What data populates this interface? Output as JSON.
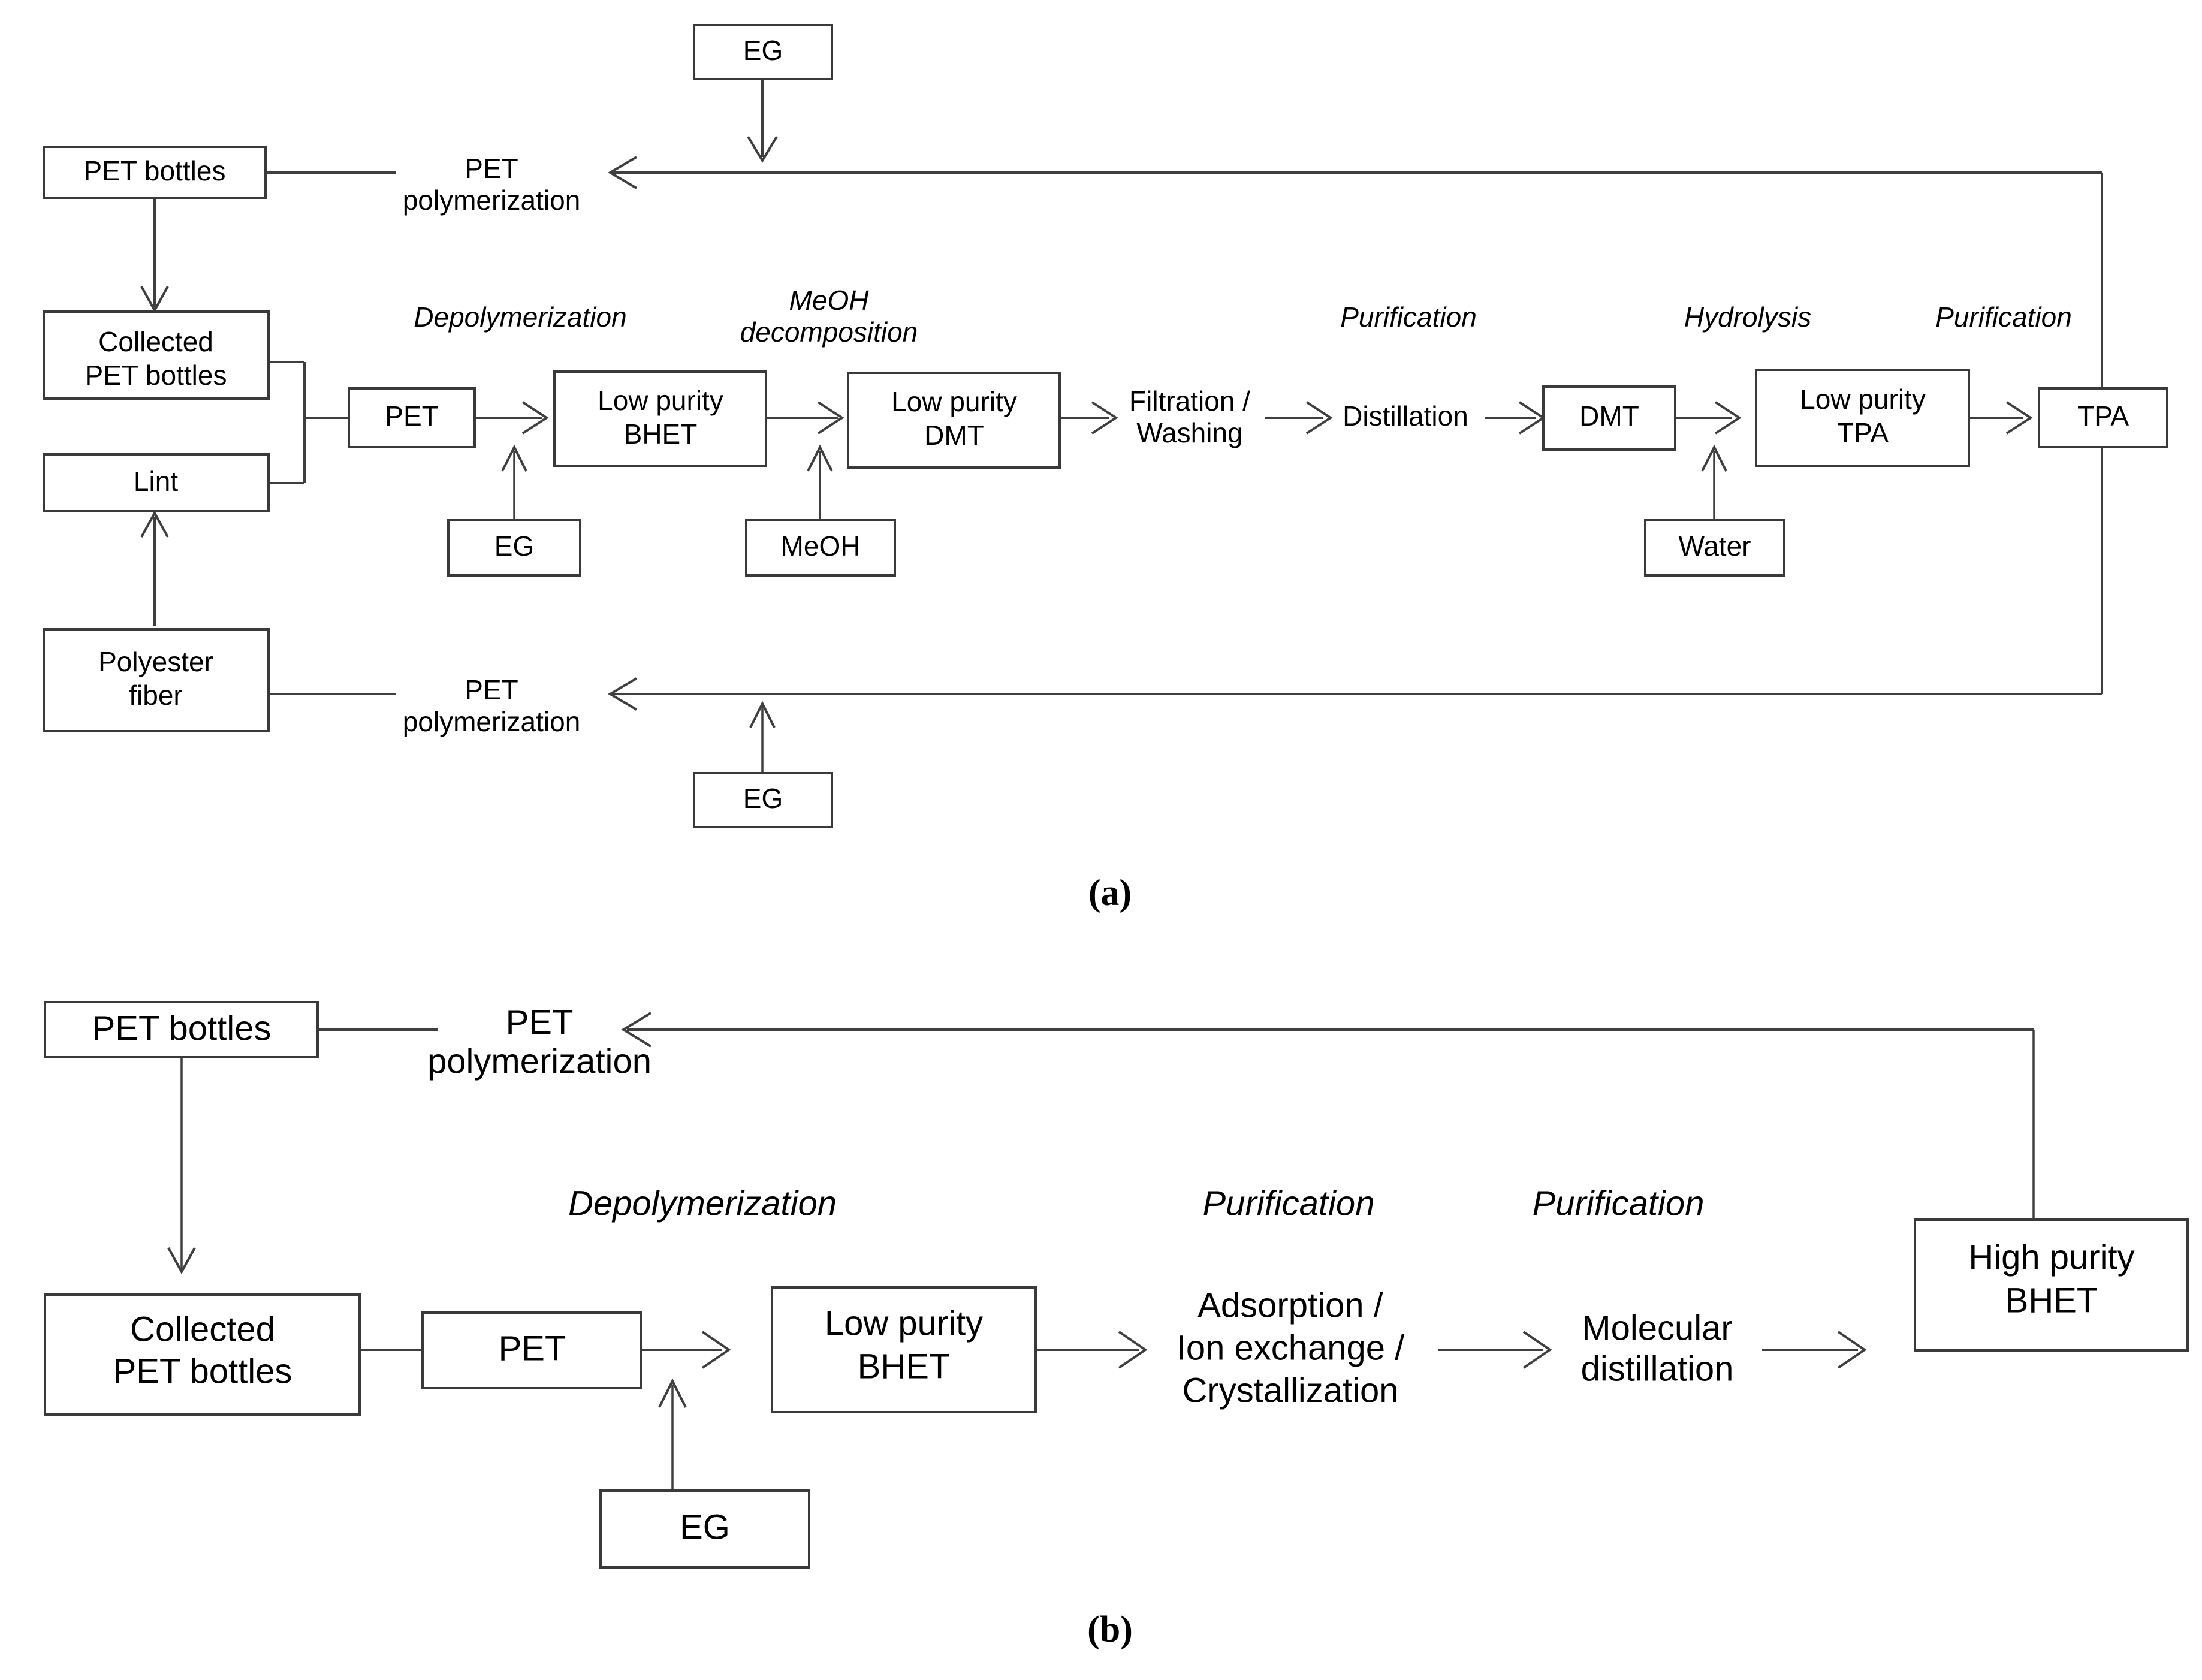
{
  "figure": {
    "type": "process-flow-diagram",
    "panels": [
      {
        "caption": "(a)",
        "boxes": [
          {
            "id": "a-pet-bottles",
            "label": "PET bottles"
          },
          {
            "id": "a-eg-top",
            "label": "EG"
          },
          {
            "id": "a-collected-pet-bottles",
            "label_line1": "Collected",
            "label_line2": "PET bottles"
          },
          {
            "id": "a-lint",
            "label": "Lint"
          },
          {
            "id": "a-polyester-fiber",
            "label_line1": "Polyester",
            "label_line2": "fiber"
          },
          {
            "id": "a-pet",
            "label": "PET"
          },
          {
            "id": "a-eg-depoly",
            "label": "EG"
          },
          {
            "id": "a-low-purity-bhet",
            "label_line1": "Low purity",
            "label_line2": "BHET"
          },
          {
            "id": "a-meoh",
            "label": "MeOH"
          },
          {
            "id": "a-low-purity-dmt",
            "label_line1": "Low purity",
            "label_line2": "DMT"
          },
          {
            "id": "a-dmt",
            "label": "DMT"
          },
          {
            "id": "a-water",
            "label": "Water"
          },
          {
            "id": "a-low-purity-tpa",
            "label_line1": "Low purity",
            "label_line2": "TPA"
          },
          {
            "id": "a-tpa",
            "label": "TPA"
          },
          {
            "id": "a-eg-bottom",
            "label": "EG"
          }
        ],
        "plain_labels": [
          {
            "id": "a-polymerization-top",
            "line1": "PET",
            "line2": "polymerization"
          },
          {
            "id": "a-polymerization-bottom",
            "line1": "PET",
            "line2": "polymerization"
          },
          {
            "id": "a-filtration-washing",
            "line1": "Filtration /",
            "line2": "Washing"
          },
          {
            "id": "a-distillation",
            "line1": "Distillation"
          }
        ],
        "stage_labels": [
          {
            "id": "a-stage-depolymerization",
            "line1": "Depolymerization"
          },
          {
            "id": "a-stage-meoh-decomposition",
            "line1": "MeOH",
            "line2": "decomposition"
          },
          {
            "id": "a-stage-purification-1",
            "line1": "Purification"
          },
          {
            "id": "a-stage-hydrolysis",
            "line1": "Hydrolysis"
          },
          {
            "id": "a-stage-purification-2",
            "line1": "Purification"
          }
        ]
      },
      {
        "caption": "(b)",
        "boxes": [
          {
            "id": "b-pet-bottles",
            "label": "PET bottles"
          },
          {
            "id": "b-collected-pet-bottles",
            "label_line1": "Collected",
            "label_line2": "PET bottles"
          },
          {
            "id": "b-pet",
            "label": "PET"
          },
          {
            "id": "b-eg",
            "label": "EG"
          },
          {
            "id": "b-low-purity-bhet",
            "label_line1": "Low purity",
            "label_line2": "BHET"
          },
          {
            "id": "b-high-purity-bhet",
            "label_line1": "High purity",
            "label_line2": "BHET"
          }
        ],
        "plain_labels": [
          {
            "id": "b-polymerization",
            "line1": "PET",
            "line2": "polymerization"
          },
          {
            "id": "b-adsorption",
            "line1": "Adsorption /",
            "line2": "Ion exchange /",
            "line3": "Crystallization"
          },
          {
            "id": "b-molecular-distillation",
            "line1": "Molecular",
            "line2": "distillation"
          }
        ],
        "stage_labels": [
          {
            "id": "b-stage-depolymerization",
            "line1": "Depolymerization"
          },
          {
            "id": "b-stage-purification-1",
            "line1": "Purification"
          },
          {
            "id": "b-stage-purification-2",
            "line1": "Purification"
          }
        ]
      }
    ],
    "colors": {
      "background": "#ffffff",
      "box_stroke": "#3a3a3a",
      "connector_stroke": "#3f3f3f",
      "text": "#000000"
    }
  }
}
